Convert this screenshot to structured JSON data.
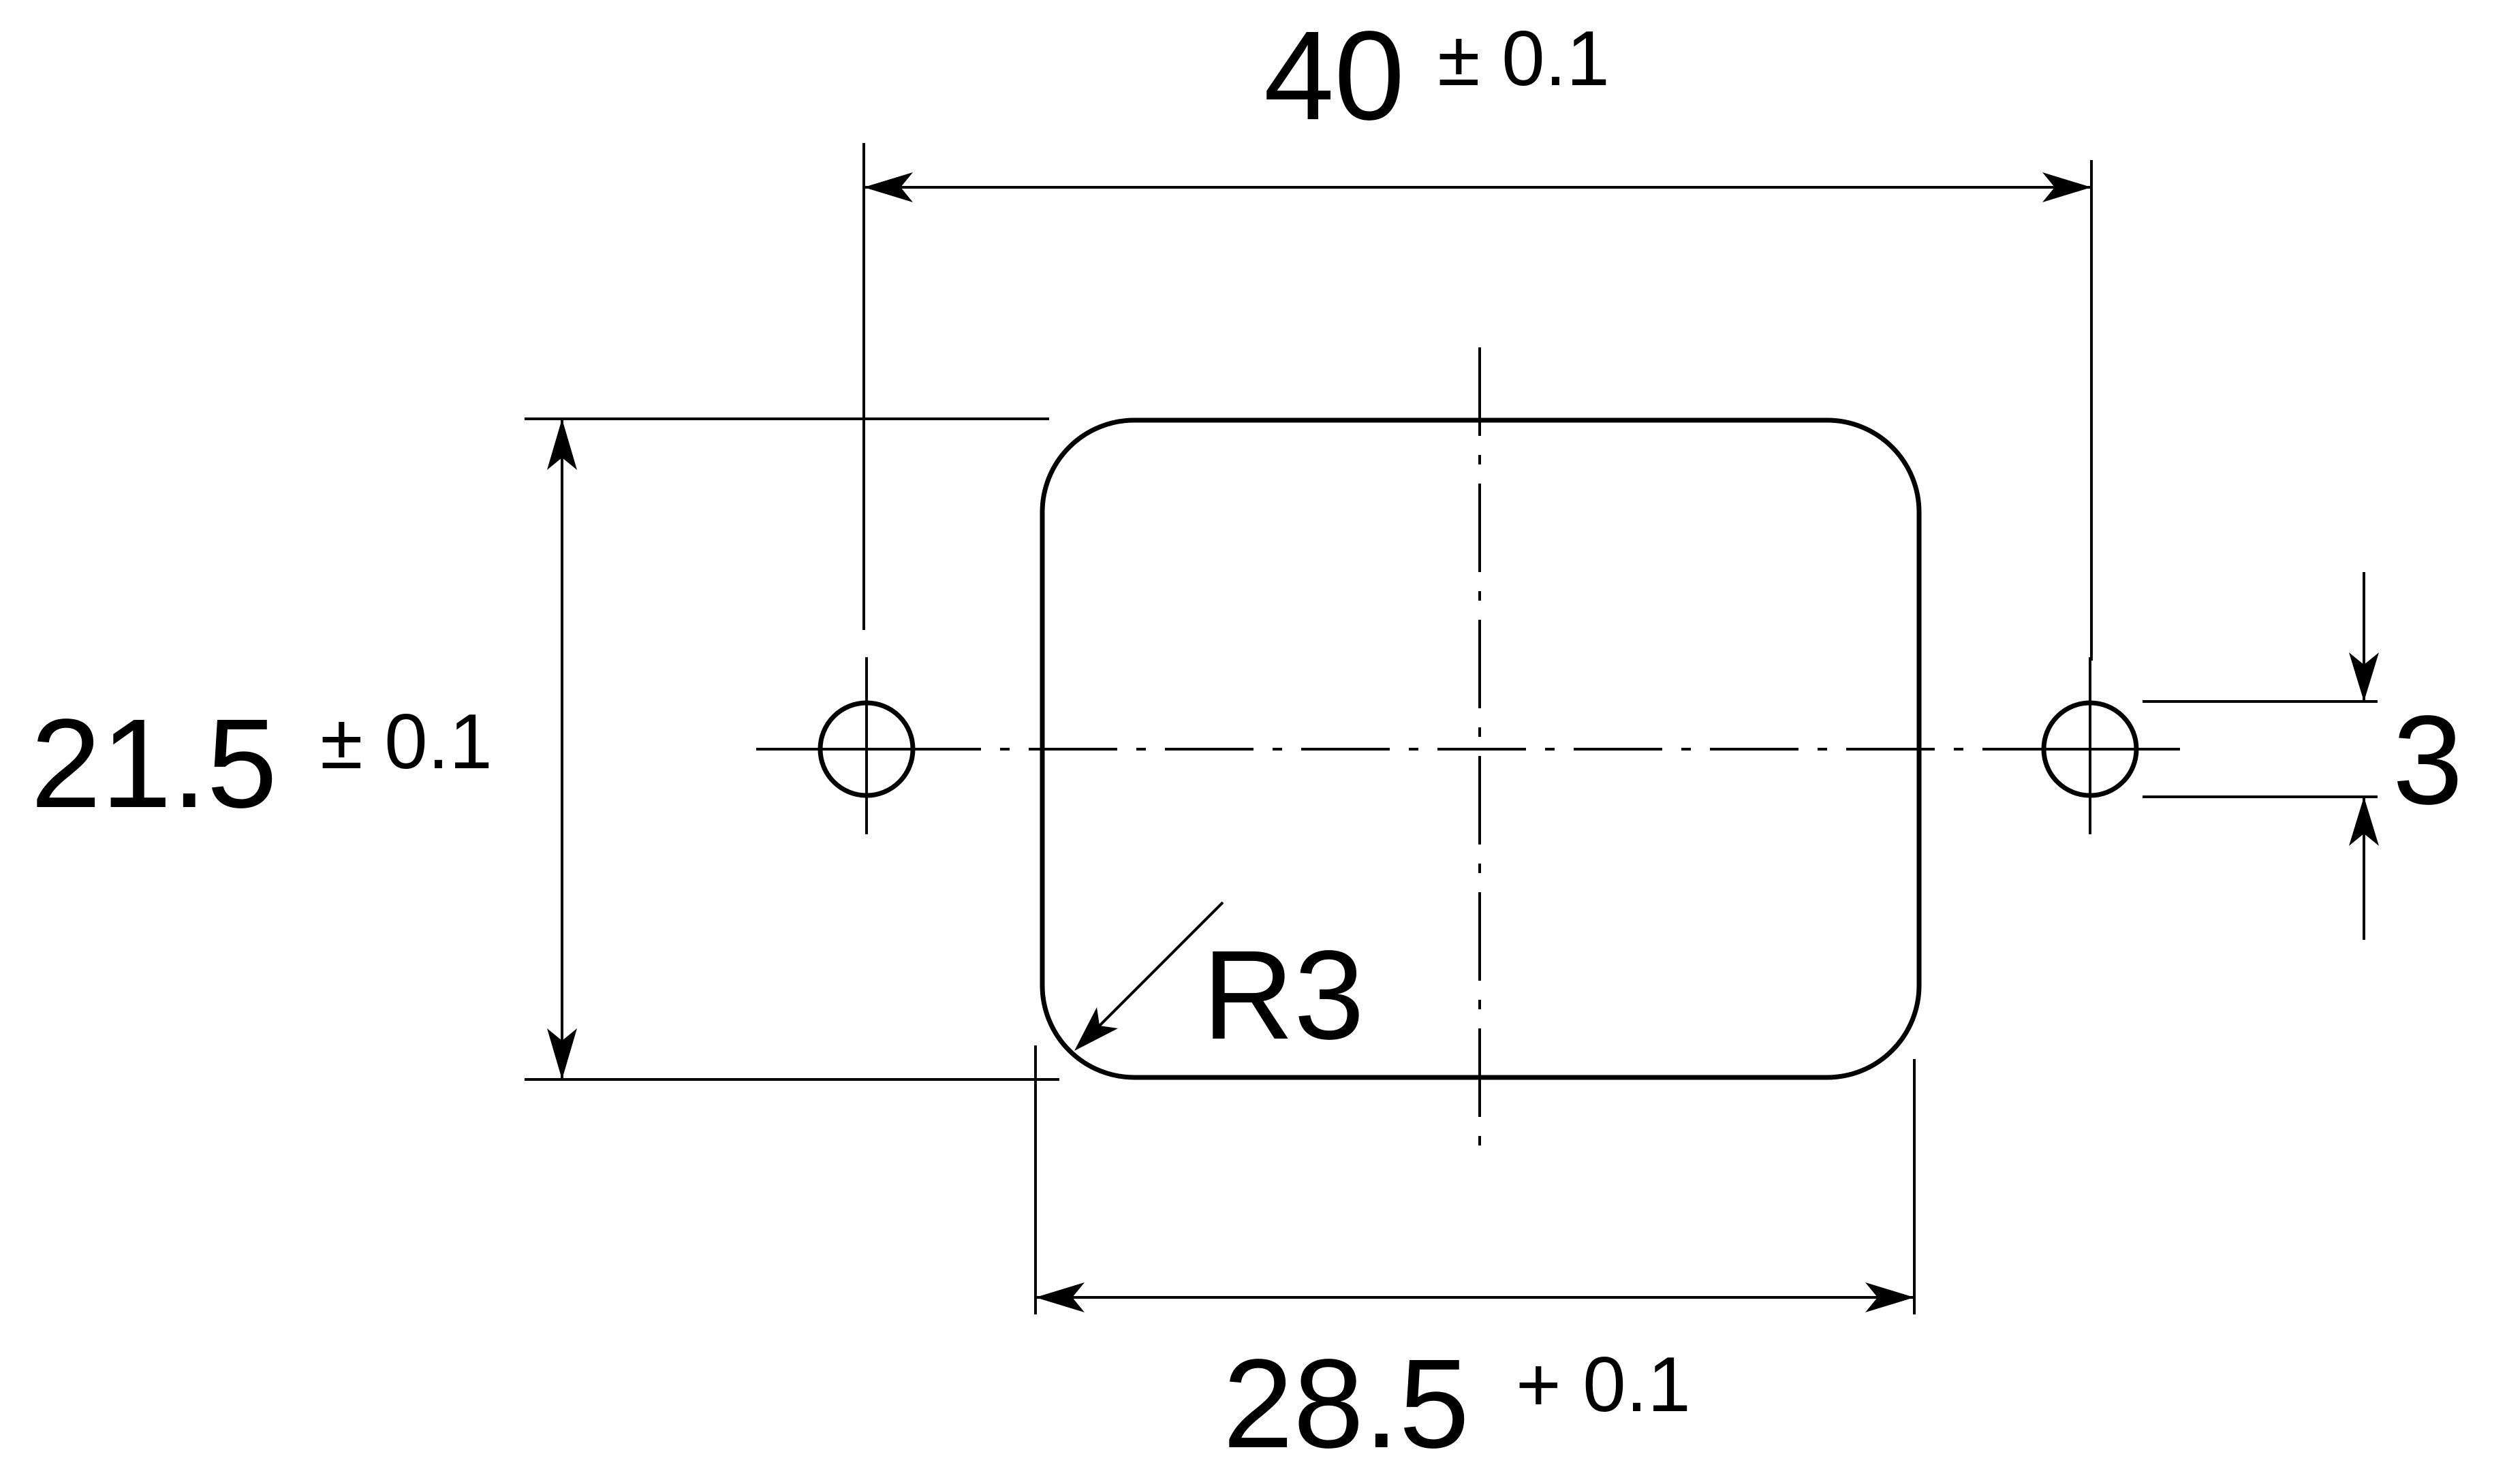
{
  "dimensions": {
    "top_width": {
      "value": "40",
      "tolerance": "± 0.1"
    },
    "left_height": {
      "value": "21.5",
      "tolerance": "± 0.1"
    },
    "bottom_width": {
      "value": "28.5",
      "tolerance": "+ 0.1"
    },
    "hole_diameter": {
      "value": "3"
    },
    "corner_radius": {
      "value": "R3"
    }
  }
}
